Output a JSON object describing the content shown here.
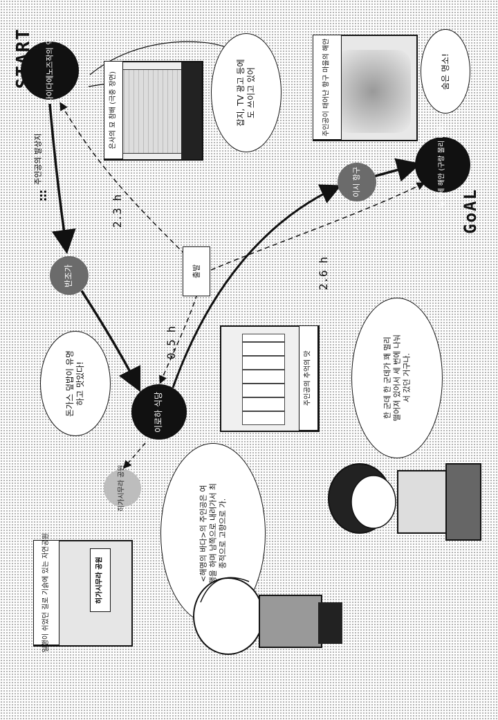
{
  "map_labels": {
    "start": "START",
    "goal": "GoAL",
    "footsteps_icon": "footprints-icon"
  },
  "nodes": {
    "start_station": "사이다에노즈작의 역",
    "protagonist_home": "주인공의 발상지",
    "banjo": "반조가",
    "cafeteria": "이로하 식당",
    "park": "히가시무라 공원",
    "port": "이시 항구",
    "goal": "누보세 해안 (구랑 몰리 비위)",
    "walk": "출발"
  },
  "times": {
    "t1": "2.3 h",
    "t2": "0.5 h",
    "t3": "2.6 h"
  },
  "bubbles": {
    "ads": "잡지, TV 광고 등에도 쓰이고 있어",
    "famous": "숨은 명소!",
    "tonkatsu": "돈가스 덮밥이 유명하고 맛있다!",
    "walk_talk": "한 군데 한 군데가 꽤 멀리 떨어져 있어서 세 번에 나눠서 갔던 거구나.",
    "story": "<해명의 바다>의 주인공은 여행을 하며 남쪽으로 내려가서 최종적으로 고향으로 가."
  },
  "captions": {
    "cemetery": "은사의 묘 참배 (극중 장면)",
    "bright": "주인공의 추억의 맛",
    "coast": "주인공이 태어난 항구 마을의 해안",
    "park_caption": "일행이 쉬었던 길로 기슭에 있는 자연공원",
    "park_sign": "히가시무라 공원"
  },
  "colors": {
    "ink": "#111111",
    "node_gray": "#6b6b6b",
    "node_light": "#bdbdbd"
  }
}
